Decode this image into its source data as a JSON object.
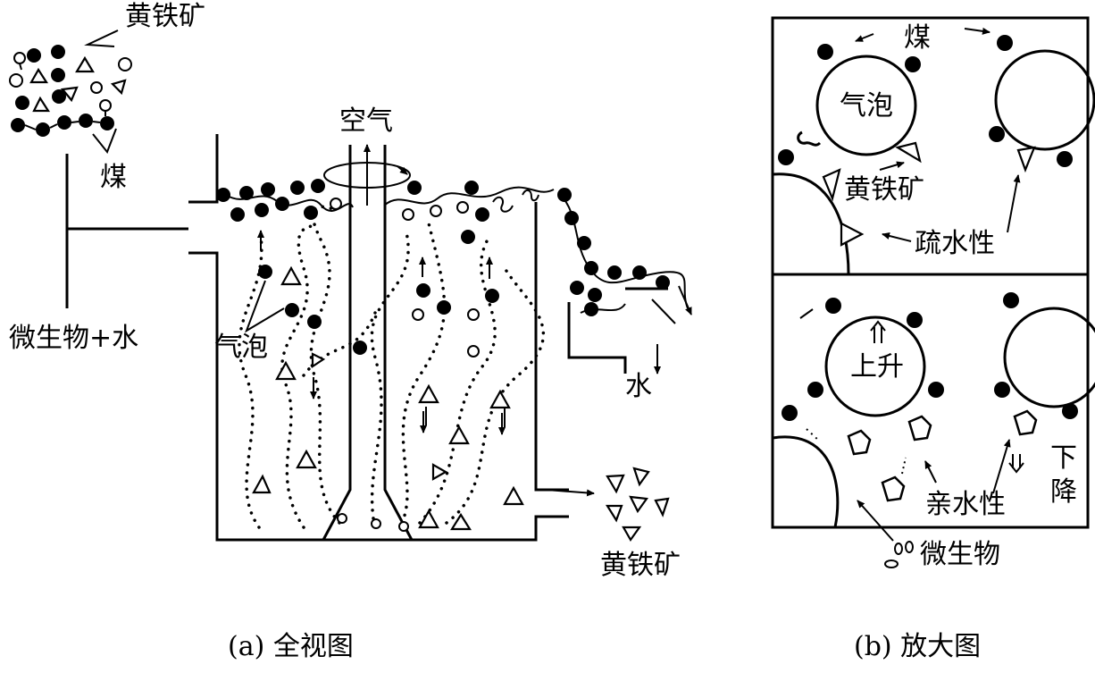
{
  "panel_a": {
    "pyrite_top": "黄铁矿",
    "coal": "煤",
    "microbe_water": "微生物+水",
    "air": "空气",
    "bubble": "气泡",
    "water": "水",
    "pyrite_out": "黄铁矿",
    "caption": "(a) 全视图"
  },
  "panel_b": {
    "coal": "煤",
    "bubble": "气泡",
    "pyrite": "黄铁矿",
    "hydrophobic": "疏水性",
    "rise": "上升",
    "hydrophilic": "亲水性",
    "descend_1": "下",
    "descend_2": "降",
    "microbe": "微生物",
    "caption": "(b) 放大图"
  }
}
